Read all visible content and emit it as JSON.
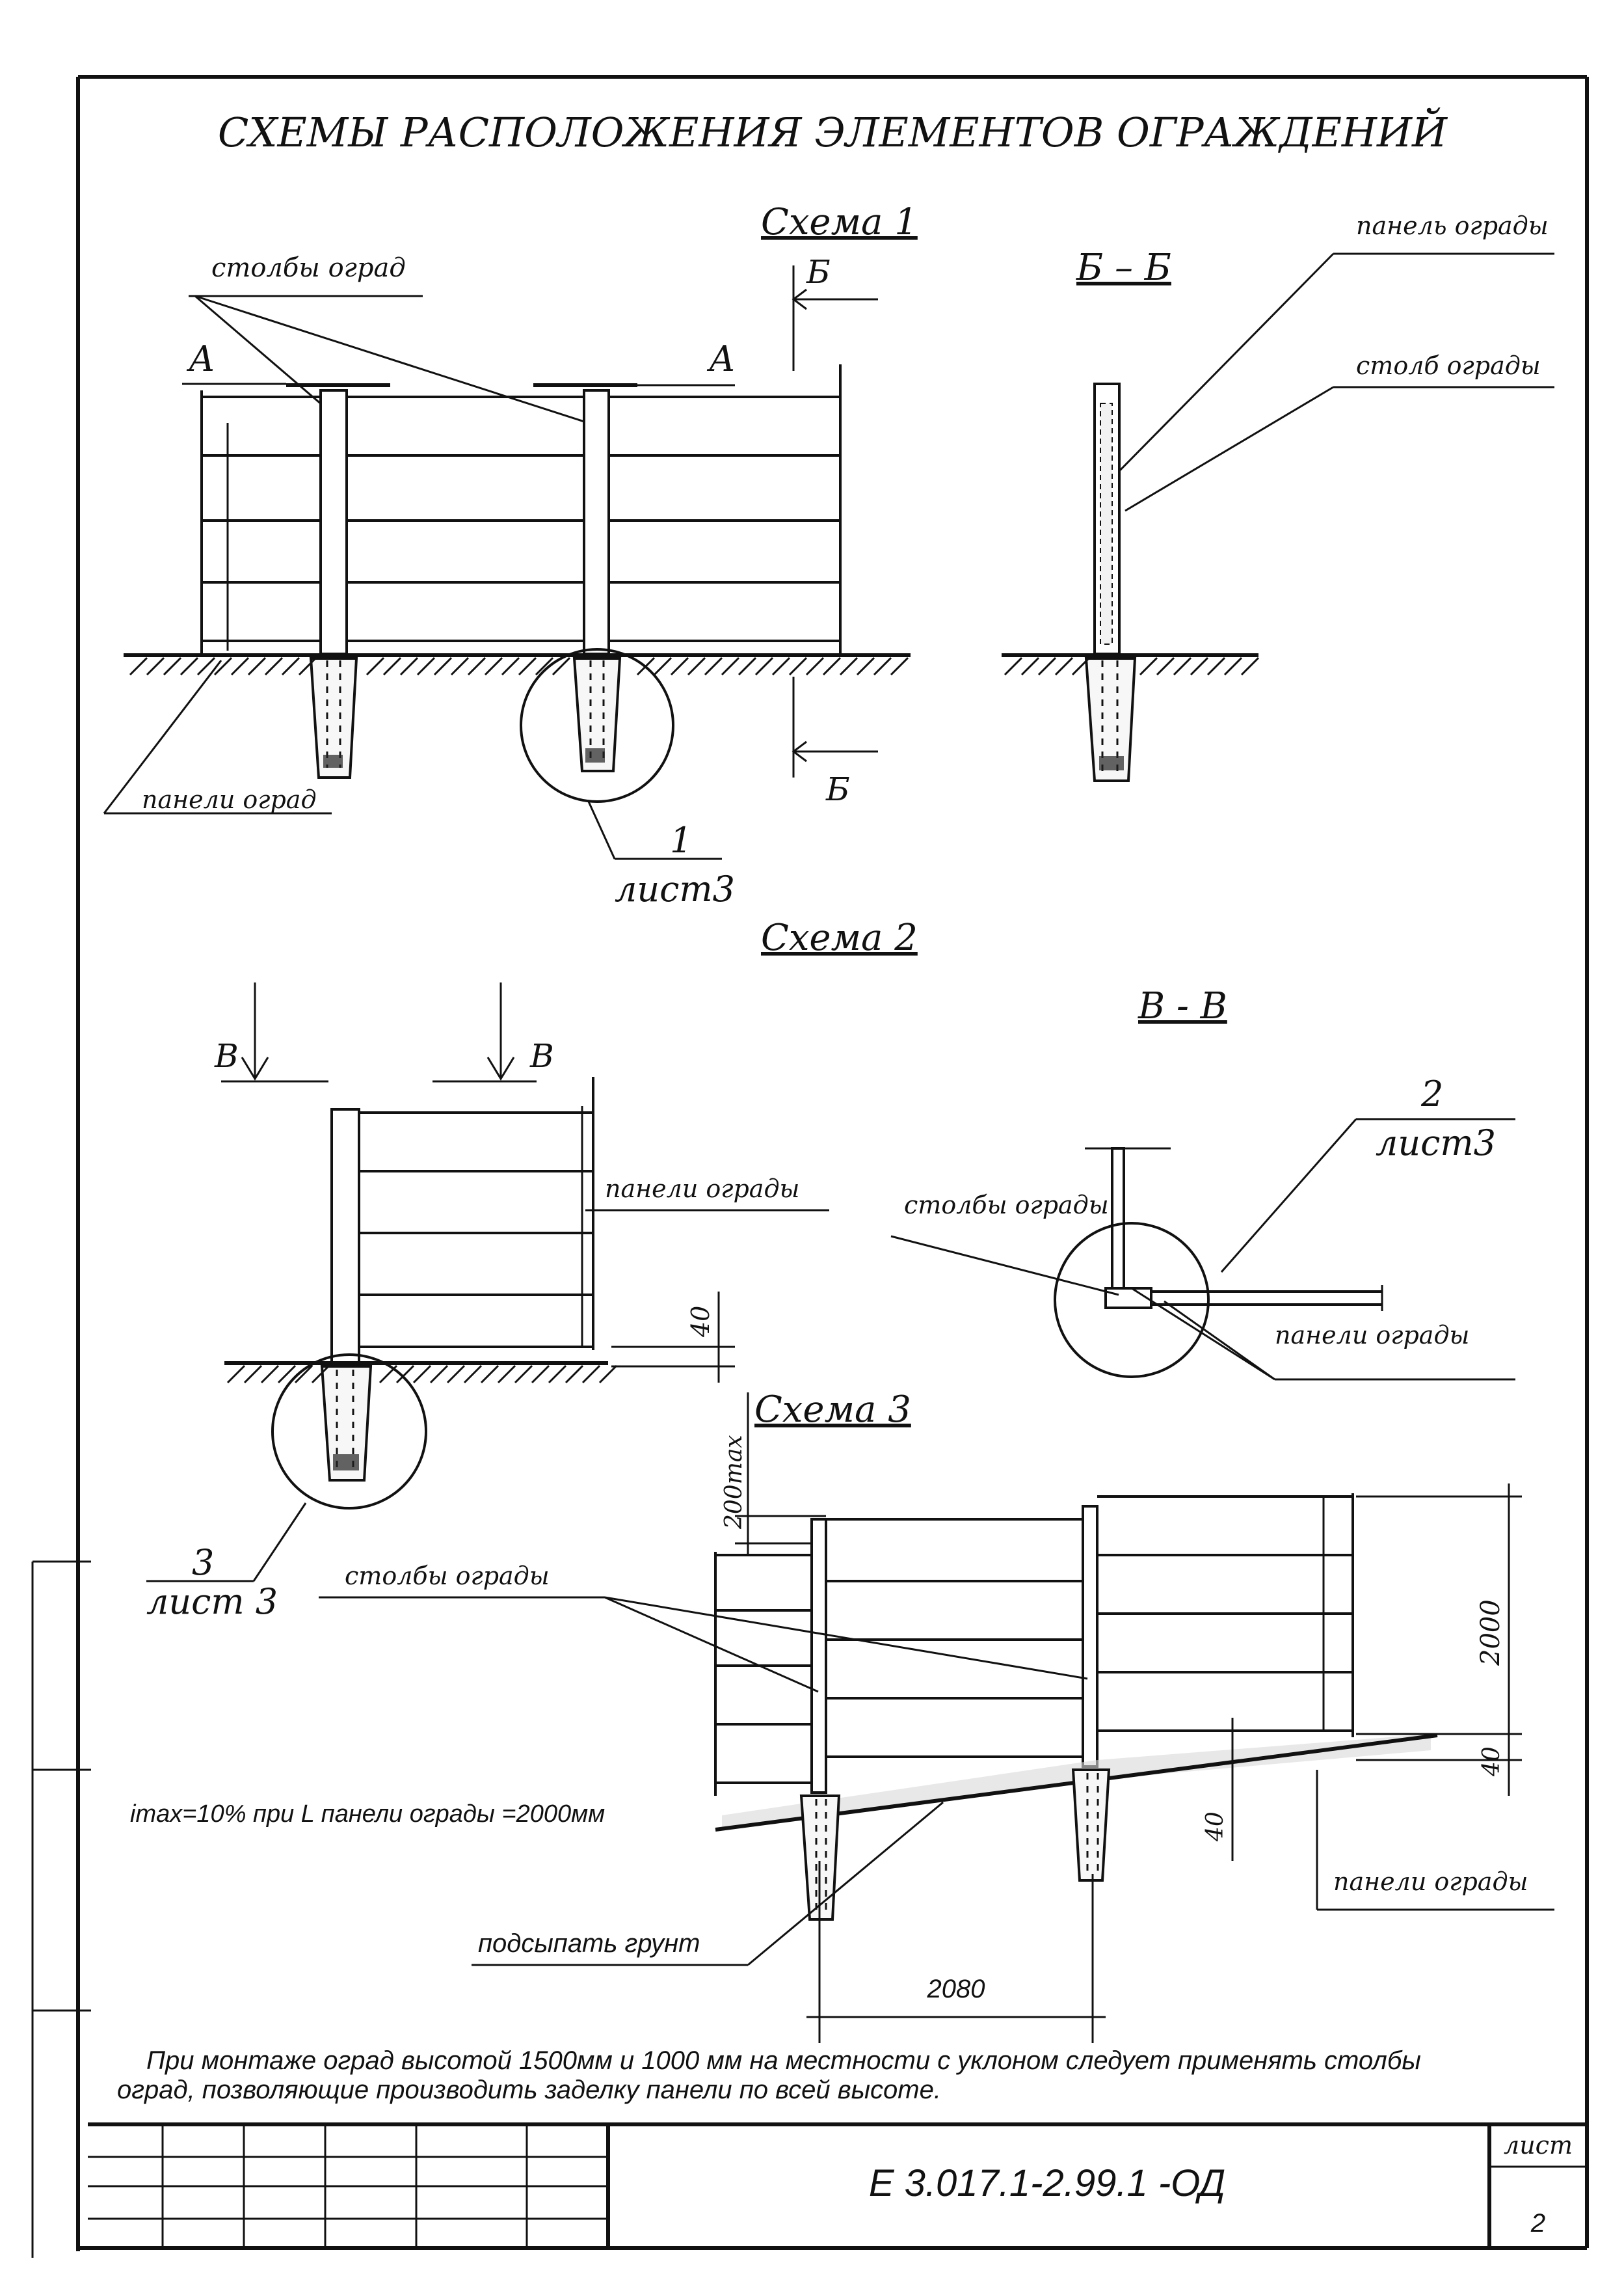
{
  "title": "СХЕМЫ  РАСПОЛОЖЕНИЯ ЭЛЕМЕНТОВ ОГРАЖДЕНИЙ",
  "scheme1": {
    "heading": "Схема 1",
    "label_posts": "столбы оград",
    "label_panels": "панели  оград",
    "section_a_left": "А",
    "section_a_right": "А",
    "section_b_top": "Б",
    "section_b_bottom": "Б",
    "callout_num": "1",
    "callout_sheet": "лист3"
  },
  "section_bb": {
    "heading": "Б – Б",
    "label_panel": "панель ограды",
    "label_post": "столб ограды"
  },
  "scheme2": {
    "heading": "Схема 2",
    "section_v_left": "В",
    "section_v_right": "В",
    "label_panels": "панели ограды",
    "dim_gap": "40",
    "callout_num": "3",
    "callout_sheet": "лист 3"
  },
  "section_vv": {
    "heading": "В - В",
    "callout_num": "2",
    "callout_sheet": "лист3",
    "label_posts": "столбы ограды",
    "label_panels": "панели ограды"
  },
  "scheme3": {
    "heading": "Схема 3",
    "dim_step": "200max",
    "label_posts": "столбы ограды",
    "dim_height": "2000",
    "dim_gap_right": "40",
    "dim_gap_mid": "40",
    "note_slope": "imax=10%  при  L панели ограды =2000мм",
    "label_fill": "подсыпать грунт",
    "label_panels": "панели ограды",
    "dim_span": "2080"
  },
  "footnote_line1": "При монтаже оград высотой 1500мм и 1000 мм на местности с уклоном следует применять столбы",
  "footnote_line2": "оград, позволяющие производить заделку панели по всей высоте.",
  "stamp": {
    "code": "Е 3.017.1-2.99.1 -ОД",
    "sheet_label": "лист",
    "sheet_number": "2"
  }
}
